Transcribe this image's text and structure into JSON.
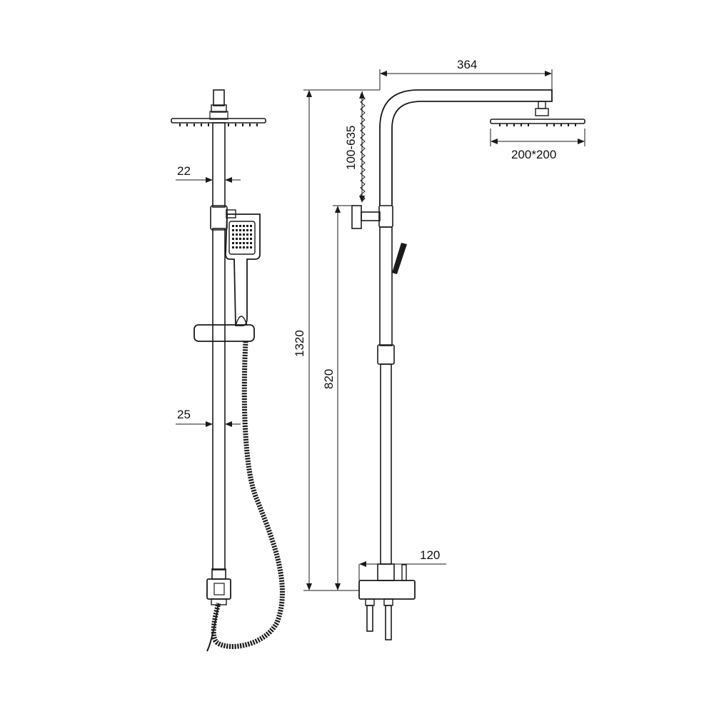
{
  "dimensions": {
    "rain_pipe_diameter": "22",
    "riser_diameter": "25",
    "total_height": "1320",
    "adjustable_range": "100-635",
    "outlet_height": "820",
    "arm_reach": "364",
    "head_size": "200*200",
    "valve_projection": "120"
  },
  "colors": {
    "line": "#1a1a1a",
    "background": "#ffffff"
  }
}
